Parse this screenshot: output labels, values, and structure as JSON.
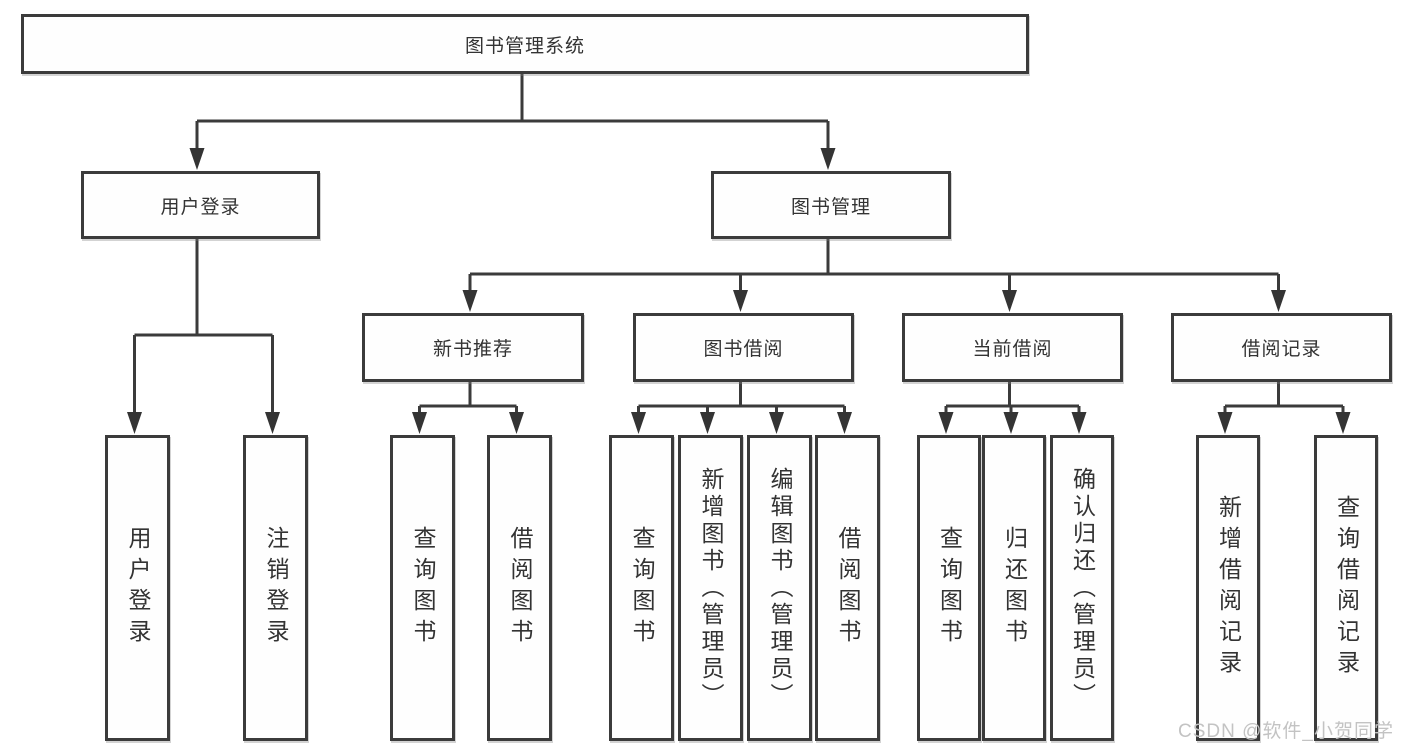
{
  "diagram": {
    "root": {
      "label": "图书管理系统"
    },
    "level2": [
      {
        "label": "用户登录"
      },
      {
        "label": "图书管理"
      }
    ],
    "level3": [
      {
        "label": "新书推荐"
      },
      {
        "label": "图书借阅"
      },
      {
        "label": "当前借阅"
      },
      {
        "label": "借阅记录"
      }
    ],
    "leaves": {
      "login": [
        "用户登录",
        "注销登录"
      ],
      "recommend": [
        "查询图书",
        "借阅图书"
      ],
      "borrow": [
        "查询图书",
        "新增图书（管理员）",
        "编辑图书（管理员）",
        "借阅图书"
      ],
      "current": [
        "查询图书",
        "归还图书",
        "确认归还（管理员）"
      ],
      "records": [
        "新增借阅记录",
        "查询借阅记录"
      ]
    }
  },
  "watermark": "CSDN @软件_小贺同学",
  "colors": {
    "line": "#3b3b3b",
    "text": "#333333",
    "watermark": "#c3c3c3",
    "background": "#ffffff"
  }
}
